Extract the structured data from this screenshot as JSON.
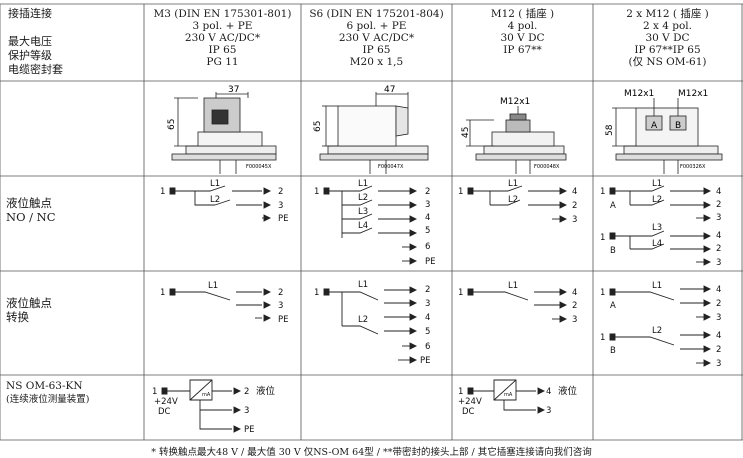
{
  "header_labels": [
    "接插连接",
    "最大电压",
    "保护等级",
    "电缆密封套"
  ],
  "columns": [
    {
      "lines": [
        "M3 (DIN EN 175301-801)",
        "3 pol. + PE",
        "230 V AC/DC*",
        "IP 65",
        "PG 11"
      ]
    },
    {
      "lines": [
        "S6 (DIN EN 175201-804)",
        "6 pol. + PE",
        "230 V AC/DC*",
        "IP 65",
        "M20 x 1,5"
      ]
    },
    {
      "lines": [
        "M12 ( 插座 )",
        "4 pol.",
        "30 V DC",
        "IP 67**"
      ]
    },
    {
      "lines": [
        "2 x M12 ( 插座 )",
        "2 x 4 pol.",
        "30 V DC",
        "IP 67**IP 65",
        "(仅 NS OM-61)"
      ]
    }
  ],
  "rows": {
    "nonc": [
      "液位触点",
      "NO / NC"
    ],
    "switch": [
      "液位触点",
      "转换"
    ],
    "om63": [
      "NS OM-63-KN",
      "(连续液位测量装置)"
    ]
  },
  "figures": {
    "m3": {
      "dim_w": "37",
      "dim_h": "65",
      "code": "F000045X"
    },
    "s6": {
      "dim_w": "47",
      "dim_h": "65",
      "code": "F000047X"
    },
    "m12": {
      "thread": "M12x1",
      "dim_h": "45",
      "code": "F000048X"
    },
    "m12x2": {
      "thread_a": "M12x1",
      "thread_b": "M12x1",
      "dim_h": "58",
      "label_a": "A",
      "label_b": "B",
      "code": "F000326X"
    }
  },
  "wiring": {
    "one": "1",
    "two": "2",
    "three": "3",
    "four": "4",
    "five": "5",
    "six": "6",
    "pe": "PE",
    "l1": "L1",
    "l2": "L2",
    "l3": "L3",
    "l4": "L4",
    "a": "A",
    "b": "B",
    "level": "液位",
    "v24": "+24V",
    "dc": "DC",
    "ma": "mA"
  },
  "footnote": "* 转换触点最大48 V  / 最大值 30 V 仅NS-OM 64型  /  **带密封的接头上部 / 其它插塞连接请向我们咨询"
}
